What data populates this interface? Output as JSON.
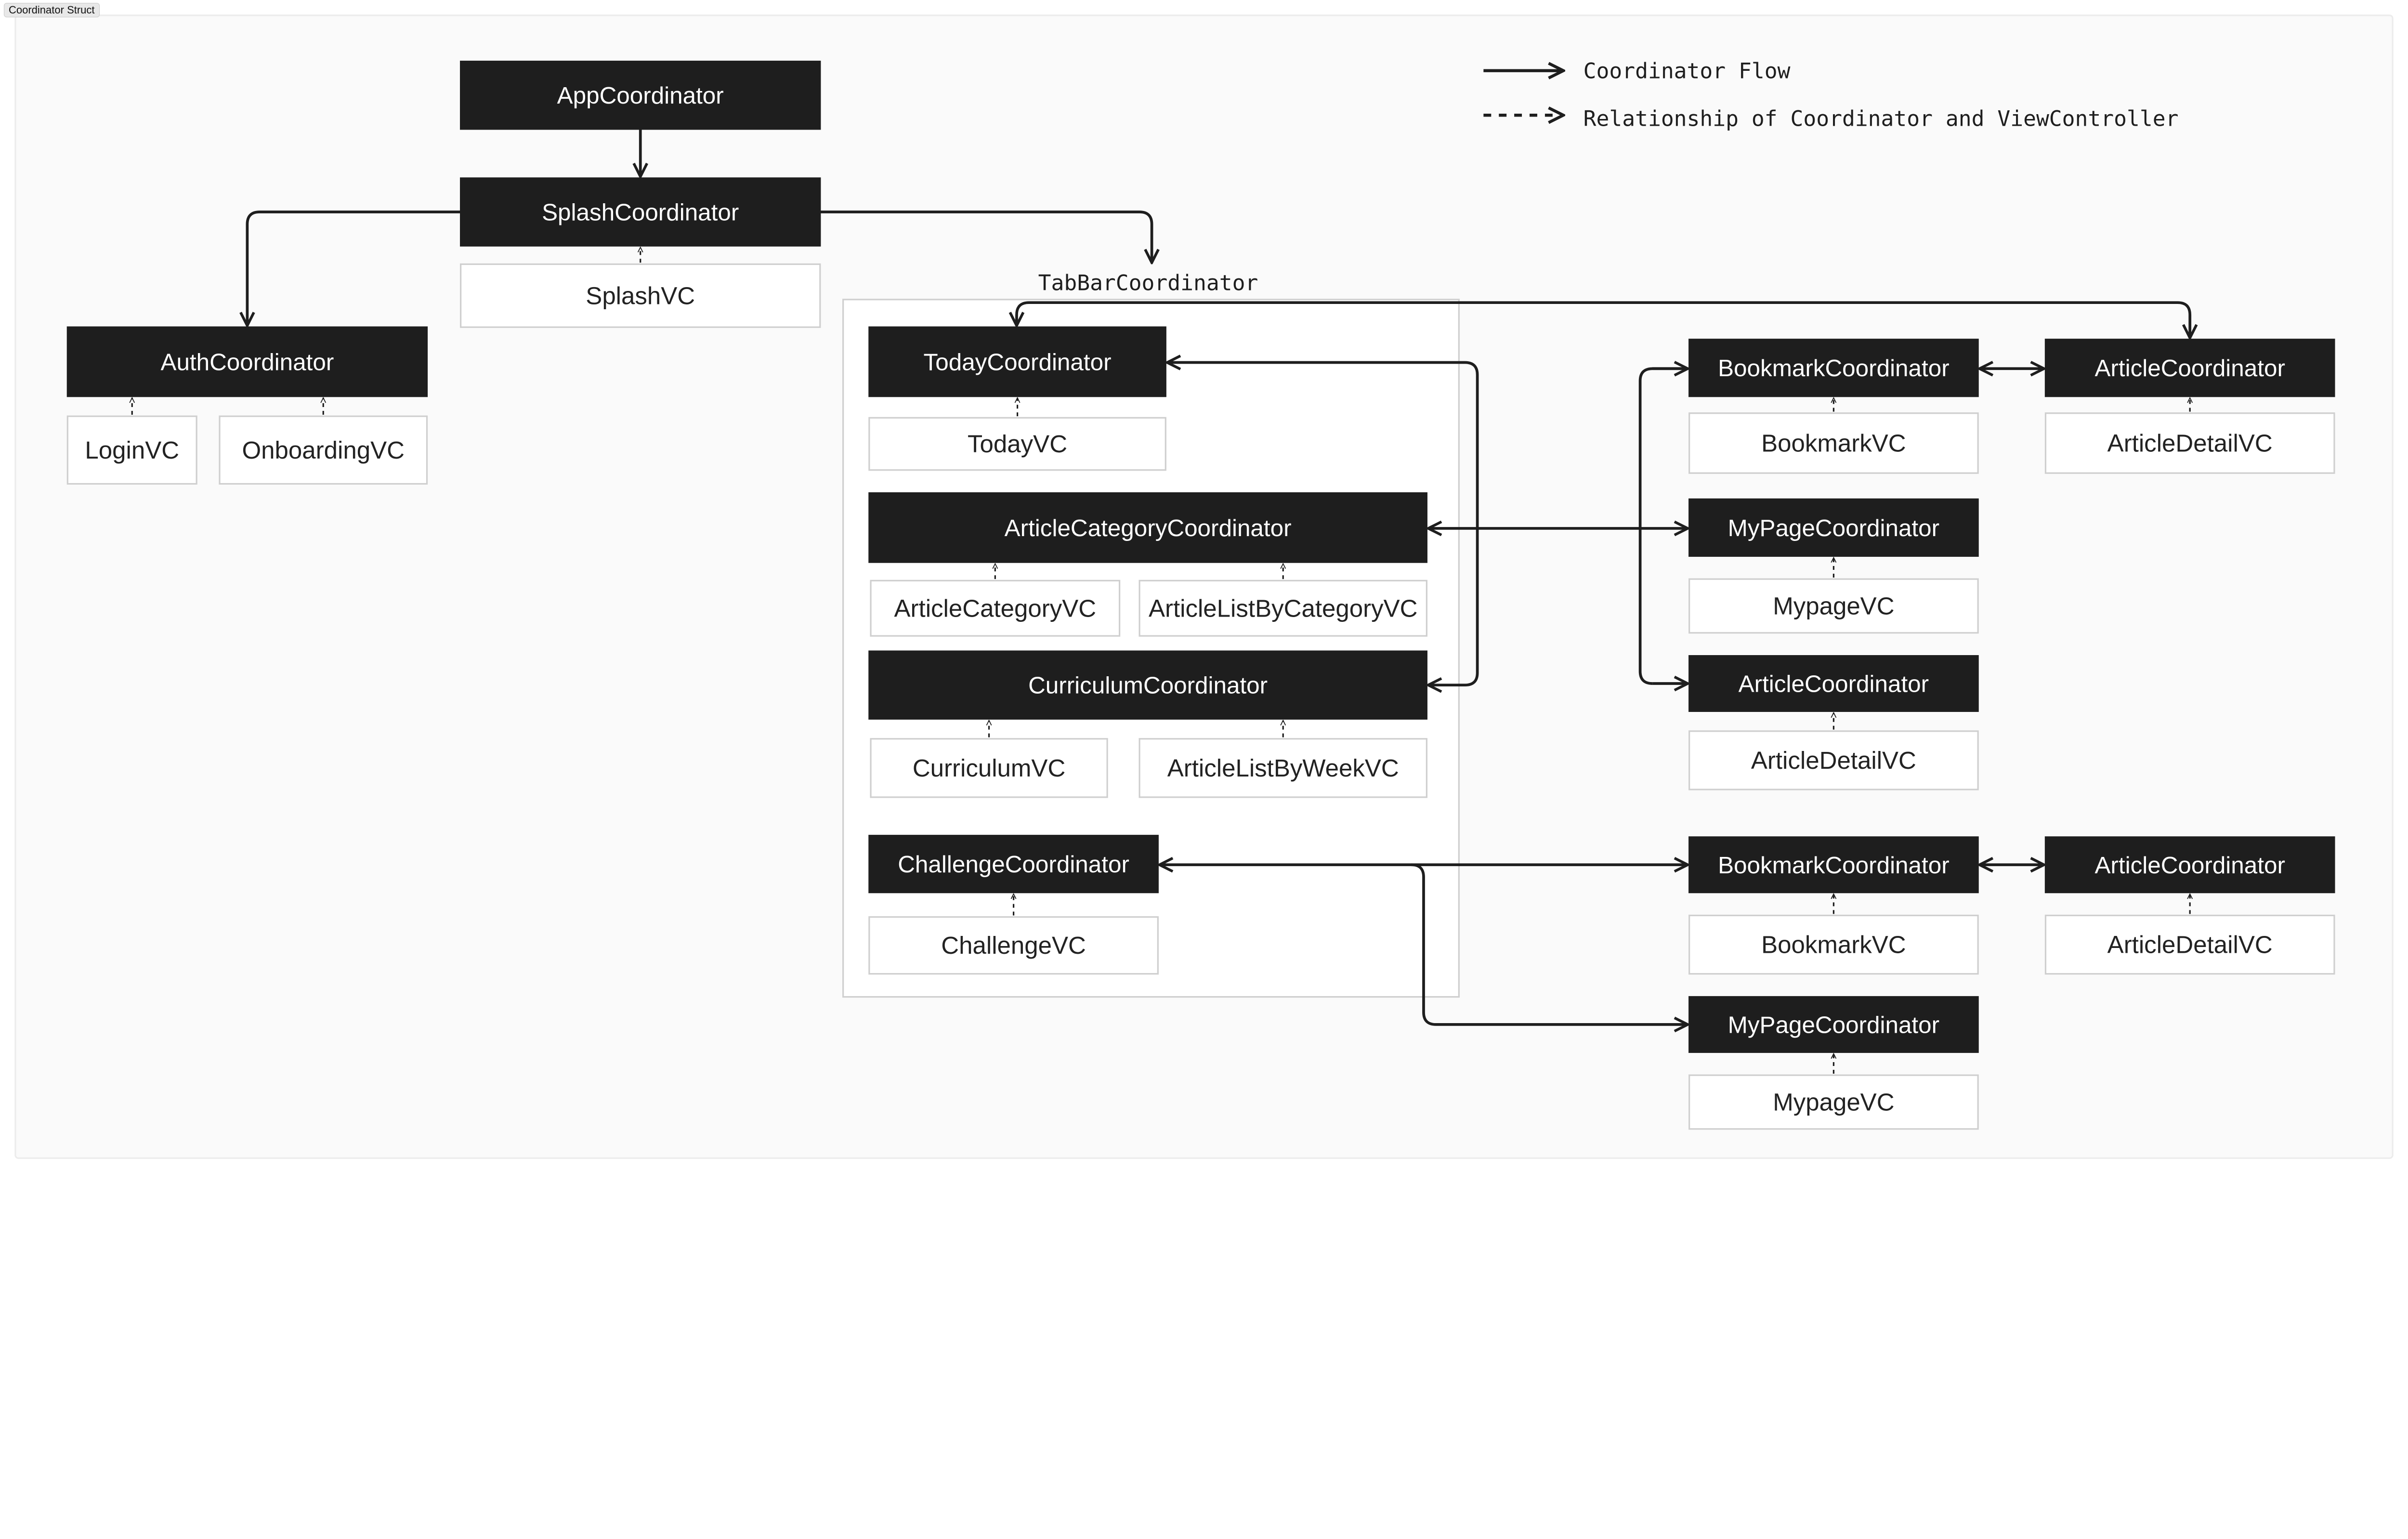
{
  "frame_label": "Coordinator Struct",
  "legend": {
    "flow_label": "Coordinator Flow",
    "relationship_label": "Relationship of Coordinator and ViewController"
  },
  "tabbar_label": "TabBarCoordinator",
  "colors": {
    "coordinator_fill": "#1e1e1e",
    "vc_fill": "#ffffff",
    "line": "#1e1e1e",
    "canvas": "#fafafa"
  },
  "nodes": [
    {
      "id": "app",
      "label": "AppCoordinator",
      "kind": "coordinator"
    },
    {
      "id": "splash",
      "label": "SplashCoordinator",
      "kind": "coordinator"
    },
    {
      "id": "splashvc",
      "label": "SplashVC",
      "kind": "vc"
    },
    {
      "id": "auth",
      "label": "AuthCoordinator",
      "kind": "coordinator"
    },
    {
      "id": "login",
      "label": "LoginVC",
      "kind": "vc"
    },
    {
      "id": "onboarding",
      "label": "OnboardingVC",
      "kind": "vc"
    },
    {
      "id": "today",
      "label": "TodayCoordinator",
      "kind": "coordinator"
    },
    {
      "id": "todayvc",
      "label": "TodayVC",
      "kind": "vc"
    },
    {
      "id": "artcat",
      "label": "ArticleCategoryCoordinator",
      "kind": "coordinator"
    },
    {
      "id": "artcatvc",
      "label": "ArticleCategoryVC",
      "kind": "vc"
    },
    {
      "id": "artlistcat",
      "label": "ArticleListByCategoryVC",
      "kind": "vc"
    },
    {
      "id": "curr",
      "label": "CurriculumCoordinator",
      "kind": "coordinator"
    },
    {
      "id": "currvc",
      "label": "CurriculumVC",
      "kind": "vc"
    },
    {
      "id": "artlistweek",
      "label": "ArticleListByWeekVC",
      "kind": "vc"
    },
    {
      "id": "chal",
      "label": "ChallengeCoordinator",
      "kind": "coordinator"
    },
    {
      "id": "chalvc",
      "label": "ChallengeVC",
      "kind": "vc"
    },
    {
      "id": "bm1",
      "label": "BookmarkCoordinator",
      "kind": "coordinator"
    },
    {
      "id": "bm1vc",
      "label": "BookmarkVC",
      "kind": "vc"
    },
    {
      "id": "ar1",
      "label": "ArticleCoordinator",
      "kind": "coordinator"
    },
    {
      "id": "ar1vc",
      "label": "ArticleDetailVC",
      "kind": "vc"
    },
    {
      "id": "mp1",
      "label": "MyPageCoordinator",
      "kind": "coordinator"
    },
    {
      "id": "mp1vc",
      "label": "MypageVC",
      "kind": "vc"
    },
    {
      "id": "ar2",
      "label": "ArticleCoordinator",
      "kind": "coordinator"
    },
    {
      "id": "ar2vc",
      "label": "ArticleDetailVC",
      "kind": "vc"
    },
    {
      "id": "bm2",
      "label": "BookmarkCoordinator",
      "kind": "coordinator"
    },
    {
      "id": "bm2vc",
      "label": "BookmarkVC",
      "kind": "vc"
    },
    {
      "id": "ar3",
      "label": "ArticleCoordinator",
      "kind": "coordinator"
    },
    {
      "id": "ar3vc",
      "label": "ArticleDetailVC",
      "kind": "vc"
    },
    {
      "id": "mp2",
      "label": "MyPageCoordinator",
      "kind": "coordinator"
    },
    {
      "id": "mp2vc",
      "label": "MypageVC",
      "kind": "vc"
    }
  ]
}
